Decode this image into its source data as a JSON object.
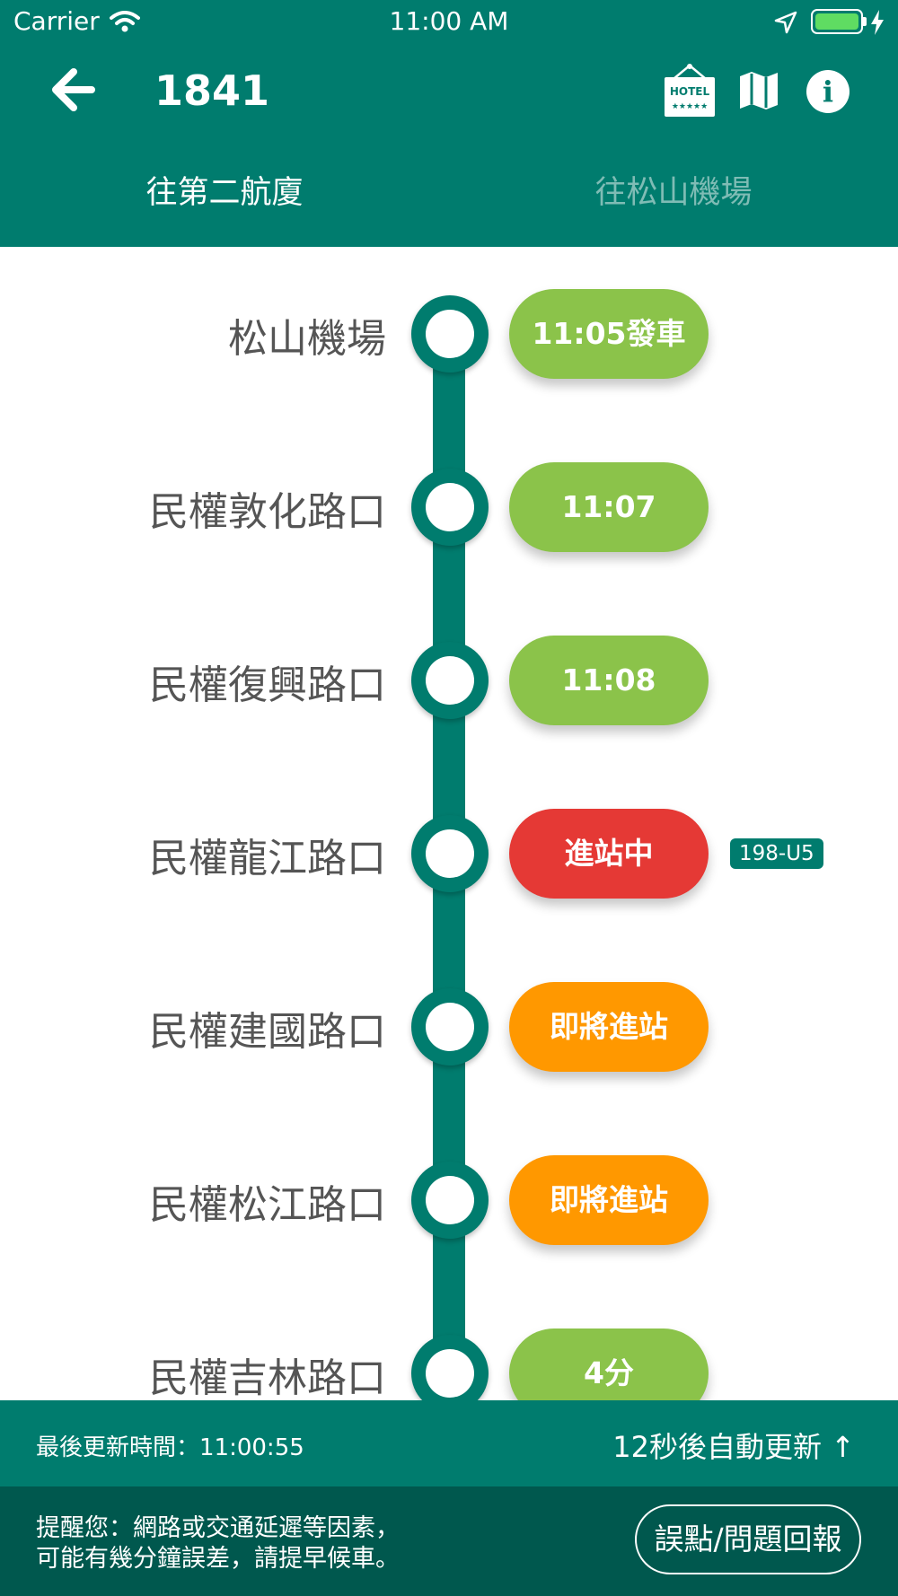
{
  "status_bar": {
    "carrier": "Carrier",
    "time": "11:00 AM",
    "battery_level": 1.0
  },
  "header": {
    "title": "1841",
    "hotel_icon_text": "HOTEL"
  },
  "tabs": [
    {
      "label": "往第二航廈",
      "active": true
    },
    {
      "label": "往松山機場",
      "active": false
    }
  ],
  "stops": [
    {
      "name": "松山機場",
      "eta": "11:05發車",
      "status": "green"
    },
    {
      "name": "民權敦化路口",
      "eta": "11:07",
      "status": "green"
    },
    {
      "name": "民權復興路口",
      "eta": "11:08",
      "status": "green"
    },
    {
      "name": "民權龍江路口",
      "eta": "進站中",
      "status": "red",
      "bus": "198-U5"
    },
    {
      "name": "民權建國路口",
      "eta": "即將進站",
      "status": "orange"
    },
    {
      "name": "民權松江路口",
      "eta": "即將進站",
      "status": "orange"
    },
    {
      "name": "民權吉林路口",
      "eta": "4分",
      "status": "green"
    }
  ],
  "footer": {
    "last_update": "最後更新時間：11:00:55",
    "auto_refresh": "12秒後自動更新 ↑",
    "notice_line1": "提醒您：網路或交通延遲等因素，",
    "notice_line2": "可能有幾分鐘誤差，請提早候車。",
    "report_button": "誤點/問題回報"
  },
  "colors": {
    "primary": "#007c6e",
    "dark": "#00584e",
    "green": "#8bc34a",
    "red": "#e53935",
    "orange": "#ff9800"
  }
}
